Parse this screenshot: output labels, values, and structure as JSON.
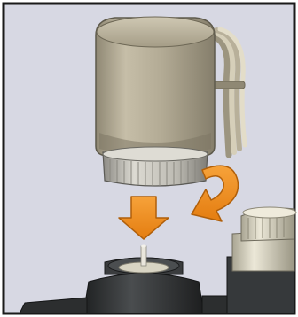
{
  "illustration": {
    "subject": "thermal-actuator-installation",
    "icons": [
      "actuator-head",
      "knurled-ring",
      "valve-pin",
      "valve-body",
      "adapter-cap",
      "cable-bundle",
      "down-arrow",
      "rotate-arrow"
    ],
    "colors": {
      "background": "#d7d8e3",
      "frame": "#1a1a1a",
      "actuator_body": "#b1a993",
      "ring": "#c6c4bd",
      "valve_dark": "#2d2f30",
      "adapter": "#d9d5c4",
      "arrow": "#ee8c1b",
      "arrow_outline": "#b05f0a"
    }
  }
}
